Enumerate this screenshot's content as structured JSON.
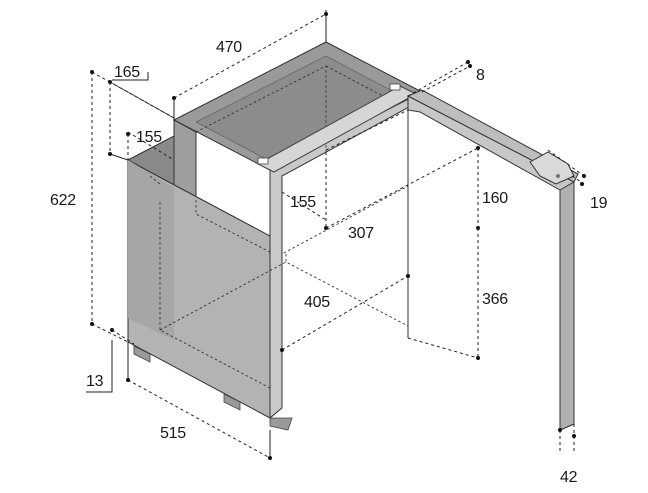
{
  "dimensions": {
    "width_top": "470",
    "depth_step": "165",
    "step_height": "155",
    "height_total": "622",
    "door_thickness": "8",
    "handle_depth": "19",
    "interior_depth_offset": "155",
    "interior_depth": "307",
    "interior_upper_height": "160",
    "interior_lower_height": "366",
    "interior_width": "405",
    "foot_height": "13",
    "depth_total": "515",
    "door_width": "42"
  },
  "colors": {
    "body_dark": "#8e8e8e",
    "body_mid": "#a8a8a8",
    "body_light": "#c4c4c4",
    "door_frame": "#b9b9b9",
    "line": "#222222"
  }
}
